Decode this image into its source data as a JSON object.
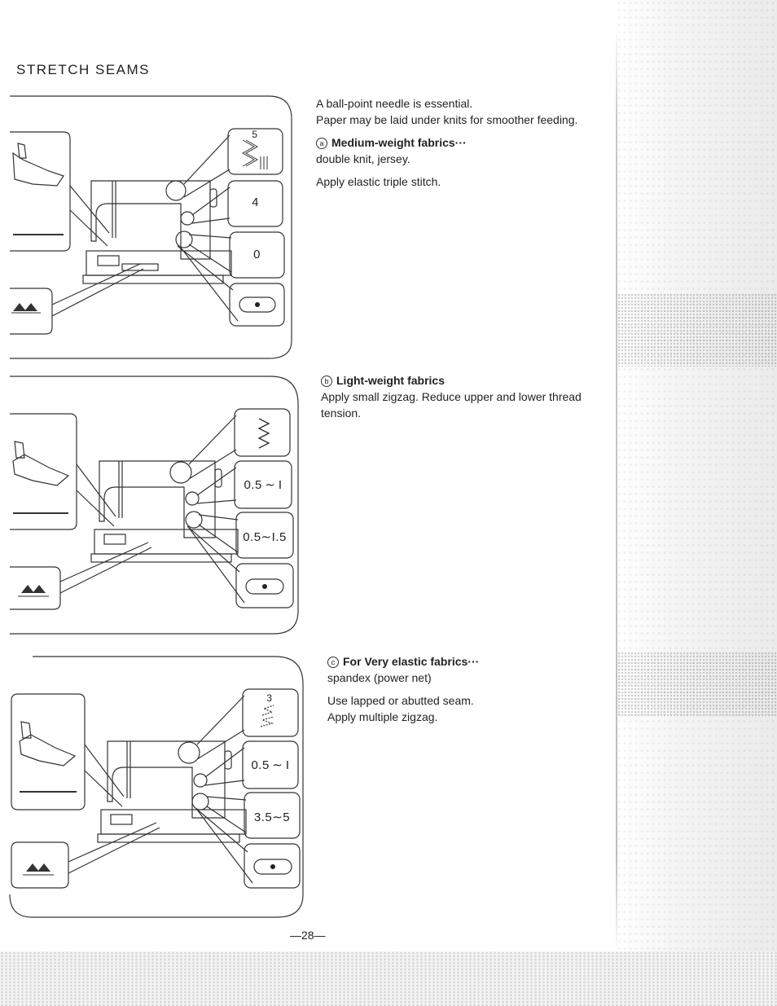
{
  "page": {
    "title": "STRETCH SEAMS",
    "page_number": "—28—"
  },
  "panels": [
    {
      "stitch_number": "5",
      "stitch_length": "4",
      "stitch_width": "0"
    },
    {
      "stitch_number": "",
      "stitch_length": "0.5 ∼ I",
      "stitch_width": "0.5∼I.5"
    },
    {
      "stitch_number": "3",
      "stitch_length": "0.5 ∼ I",
      "stitch_width": "3.5∼5"
    }
  ],
  "sections": {
    "intro_1": "A ball-point needle is essential.",
    "intro_2": "Paper may be laid under knits for smoother feeding.",
    "a": {
      "marker": "a",
      "heading": "Medium-weight fabrics···",
      "fabrics": "double knit, jersey.",
      "instruction": "Apply elastic triple stitch."
    },
    "b": {
      "marker": "b",
      "heading": "Light-weight fabrics",
      "instruction": "Apply small zigzag. Reduce upper and  lower thread tension."
    },
    "c": {
      "marker": "c",
      "heading": "For Very elastic fabrics···",
      "fabrics": "spandex (power net)",
      "instruction_1": "Use lapped or abutted seam.",
      "instruction_2": "Apply multiple zigzag."
    }
  }
}
